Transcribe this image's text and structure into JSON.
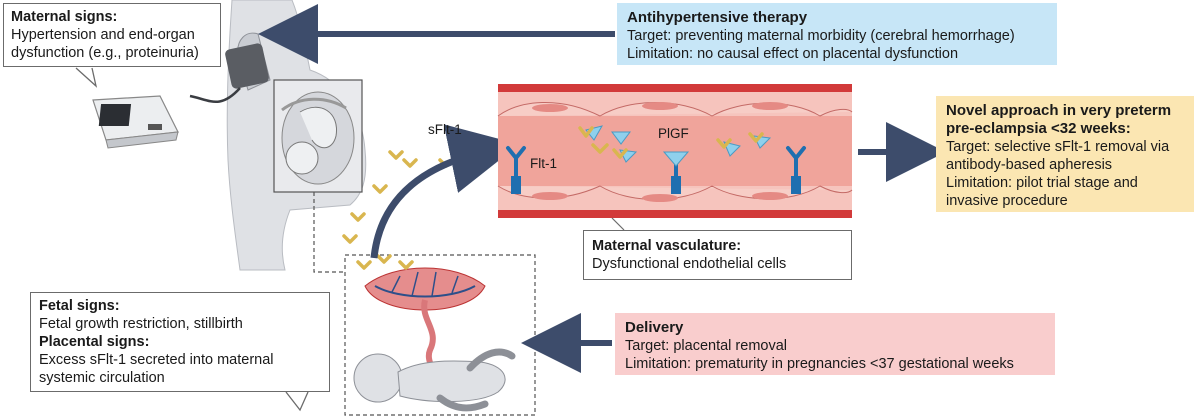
{
  "maternal_signs": {
    "title": "Maternal signs:",
    "line1": "Hypertension and end-organ",
    "line2": "dysfunction (e.g., proteinuria)"
  },
  "antihypertensive": {
    "title": "Antihypertensive therapy",
    "target": "Target: preventing maternal morbidity (cerebral hemorrhage)",
    "limitation": "Limitation: no causal effect on placental dysfunction"
  },
  "novel": {
    "title1": "Novel approach in very preterm",
    "title2": "pre-eclampsia <32 weeks:",
    "line1": "Target: selective sFlt-1 removal via",
    "line2": "antibody-based apheresis",
    "line3": "Limitation: pilot trial stage and",
    "line4": "invasive procedure"
  },
  "vasculature": {
    "title": "Maternal vasculature:",
    "line1": "Dysfunctional endothelial cells"
  },
  "fetal": {
    "title": "Fetal signs:",
    "line1": "Fetal growth restriction, stillbirth",
    "title2": "Placental signs:",
    "line2": "Excess sFlt-1 secreted into maternal",
    "line3": "systemic circulation"
  },
  "delivery": {
    "title": "Delivery",
    "target": "Target: placental removal",
    "limitation": "Limitation: prematurity in pregnancies <37 gestational weeks"
  },
  "labels": {
    "sflt1": "sFlt-1",
    "plgf": "PlGF",
    "flt1": "Flt-1"
  },
  "colors": {
    "arrow": "#3d4c6b",
    "vessel_wall": "#c8262b",
    "vessel_lumen": "#f1a7a0",
    "endothelium": "#f7c9c3",
    "receptor": "#1f6fb0",
    "sflt": "#e0c368",
    "plgf": "#8fd0ec",
    "blue_box": "#c7e6f7",
    "yellow_box": "#fbe6b2",
    "pink_box": "#f9cdcd"
  }
}
